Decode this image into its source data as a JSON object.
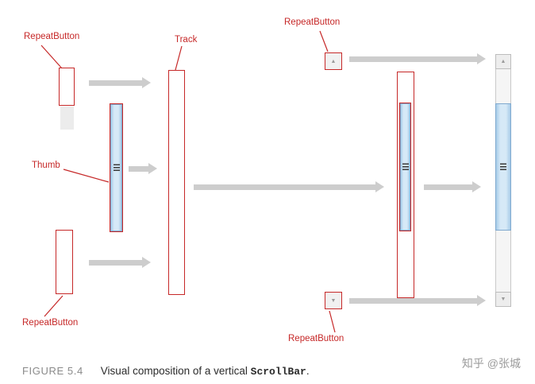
{
  "annotations": {
    "repeat_button": "RepeatButton",
    "track": "Track",
    "thumb": "Thumb"
  },
  "icons": {
    "up_arrow": "▲",
    "down_arrow": "▼",
    "grip": "thumb-grip-lines"
  },
  "caption": {
    "figure_label": "FIGURE 5.4",
    "text_before_code": "Visual composition of a vertical ",
    "code_text": "ScrollBar",
    "text_after_code": "."
  },
  "watermark": "知乎 @张城",
  "colors": {
    "annotation": "#c62828",
    "arrow": "#cdcdcd",
    "thumb_edge": "#7fa9cf",
    "button_face": "#f1f1f1"
  }
}
